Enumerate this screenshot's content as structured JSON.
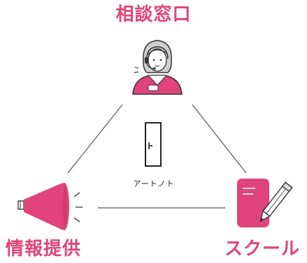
{
  "nodes": {
    "top_label": "相談窓口",
    "left_label": "情報提供",
    "right_label": "スクール"
  },
  "center": {
    "logo_text": "アートノト"
  },
  "colors": {
    "accent": "#e0447a",
    "line": "#555555"
  },
  "icons": {
    "top": "consultant-headset-icon",
    "left": "megaphone-icon",
    "right": "notebook-pencil-icon",
    "center": "door-icon"
  }
}
